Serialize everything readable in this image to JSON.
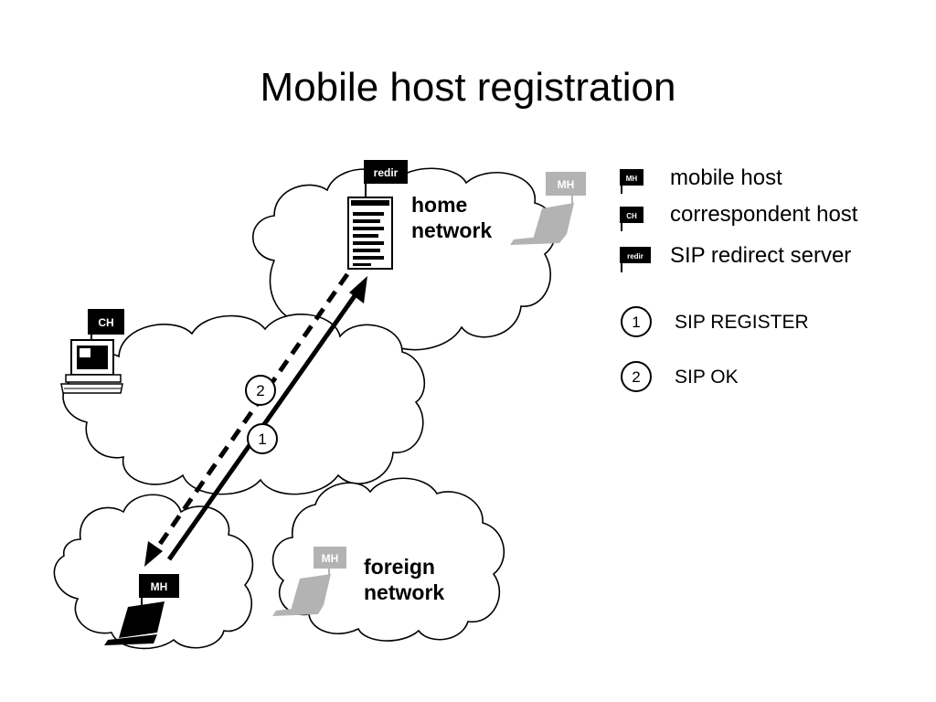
{
  "title": "Mobile host registration",
  "diagram": {
    "home_network_label": [
      "home",
      "network"
    ],
    "foreign_network_label": [
      "foreign",
      "network"
    ],
    "flags": {
      "redir": "redir",
      "mh_home": "MH",
      "ch": "CH",
      "mh_foreign_ghost": "MH",
      "mh_foreign": "MH"
    },
    "steps": {
      "register": "1",
      "ok": "2"
    }
  },
  "legend": {
    "items": [
      {
        "flag": "MH",
        "label": "mobile host"
      },
      {
        "flag": "CH",
        "label": "correspondent host"
      },
      {
        "flag": "redir",
        "label": "SIP redirect server"
      }
    ],
    "steps": [
      {
        "number": "1",
        "label": "SIP REGISTER"
      },
      {
        "number": "2",
        "label": "SIP OK"
      }
    ]
  },
  "colors": {
    "dark": "#000000",
    "ghost": "#b3b3b3",
    "cloud_fill": "#ffffff"
  }
}
